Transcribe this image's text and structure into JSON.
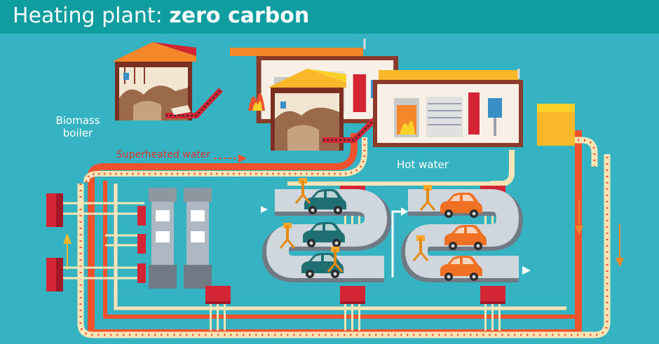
{
  "header": {
    "title_light": "Heating plant: ",
    "title_bold": "zero carbon"
  },
  "labels": {
    "biomass_line1": "Biomass",
    "biomass_line2": "boiler",
    "superheated": "Superheated water",
    "hot": "Hot water"
  },
  "colors": {
    "background": "#36b3c3",
    "header": "#0f9da0",
    "pipe_red": "#f0522d",
    "pipe_cream": "#fbe4b6",
    "roof_orange": "#f5862a",
    "roof_yellow": "#f9b72a",
    "radiator_red": "#d42535",
    "car_teal": "#1f6f73",
    "car_orange": "#f07024",
    "conveyor": "#cfd6dc",
    "building_grey": "#aeb8c2"
  },
  "icons": {
    "arrow": "arrow-right-icon",
    "flame": "flame-icon",
    "robot": "robot-arm-icon"
  }
}
